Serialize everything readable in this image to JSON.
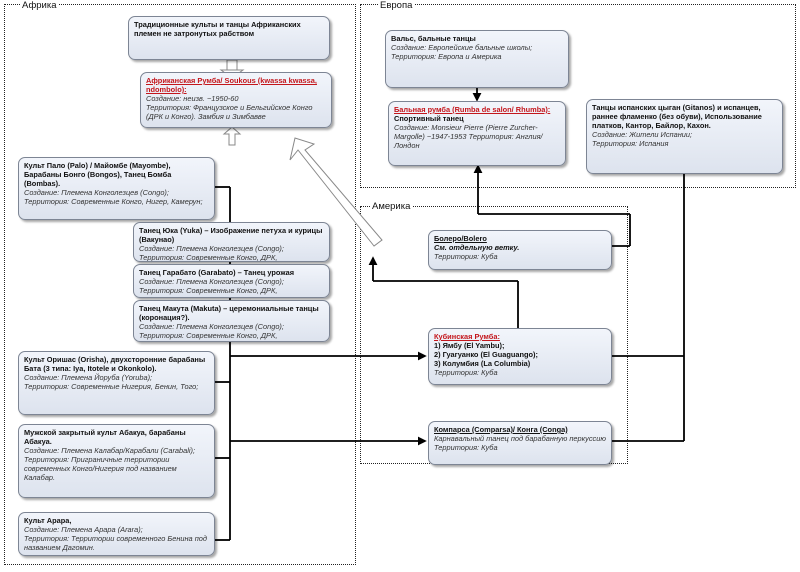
{
  "regions": {
    "africa": "Африка",
    "europe": "Европа",
    "america": "Америка"
  },
  "boxes": {
    "traditional": {
      "title": "Традиционные культы и танцы Африканских племен не затронутых рабством"
    },
    "african_rumba": {
      "title": "Африканская Румба/ Soukous (kwassa kwassa, ndombolo):",
      "creation": "Создание: неизв. ~1950-60",
      "territory": "Территория: Французское и Бельгийское Конго (ДРК и Конго). Замбия и Зимбавве"
    },
    "palo": {
      "title": "Культ Пало (Palo) / Майомбе (Mayombe), Барабаны Бонго (Bongos), Танец Бомба (Bombas).",
      "creation": "Создание: Племена Конголезцев (Congo);",
      "territory": "Территория: Современные Конго, Нигер, Камерун;"
    },
    "yuka": {
      "title": "Танец Юка (Yuka) – Изображение петуха и курицы (Вакунао)",
      "creation": "Создание: Племена Конголезцев (Congo);",
      "territory": "Территория: Современные Конго, ДРК,"
    },
    "garabato": {
      "title": "Танец Гарабато (Garabato) – Танец урожая",
      "creation": "Создание: Племена Конголезцев (Congo);",
      "territory": "Территория: Современные Конго, ДРК,"
    },
    "makuta": {
      "title": "Танец Макута (Makuta) – церемониальные танцы (коронация?).",
      "creation": "Создание: Племена Конголезцев (Congo);",
      "territory": "Территория: Современные Конго, ДРК,"
    },
    "orisha": {
      "title": "Культ Оришас (Orisha), двухсторонние барабаны Бата (3 типа: Iya, Itotele и Okonkolo).",
      "creation": "Создание: Племена Йоруба (Yoruba);",
      "territory": "Территория: Современные Нигерия, Бенин, Того;"
    },
    "abakua": {
      "title": "Мужской закрытый культ Абакуа, барабаны Абакуа.",
      "creation": "Создание: Племена Калабар/Карабали (Carabali);",
      "territory": "Территория: Приграничные территории современных Конго/Нигерия под названием Калабар."
    },
    "arara": {
      "title": "Культ Арара,",
      "creation": "Создание: Племена Арара (Arara);",
      "territory": "Территория: Территории современного Бенина под названием Дагомин."
    },
    "waltz": {
      "title": "Вальс, бальные танцы",
      "creation": "Создание: Европейские бальные школы;",
      "territory": "Территория: Европа и Америка"
    },
    "ballroom_rumba": {
      "title": "Бальная румба (Rumba de salon/ Rhumba):",
      "subtitle": "Спортивный танец",
      "creation": "Создание: Monsieur Pierre (Pierre Zurcher-Margolle) ~1947-1953 Территория: Англия/ Лондон"
    },
    "gitanos": {
      "title": "Танцы испанских цыган (Gitanos) и испанцев, раннее фламенко (без обуви), Использование платков, Кантор, Байлор, Кахон.",
      "creation": "Создание: Жители Испании;",
      "territory": "Территория: Испания"
    },
    "bolero": {
      "title": "Болеро/Bolero",
      "note": "См. отдельную ветку.",
      "territory": "Территория: Куба"
    },
    "cuban_rumba": {
      "title": "Кубинская Румба:",
      "items": [
        "1) Ямбу (El Yambu);",
        "2) Гуагуанко (El Guaguango);",
        "3) Колумбия (La Columbia)"
      ],
      "territory": "Территория: Куба"
    },
    "comparsa": {
      "title": "Компарса (Comparsa)/ Конга (Conga)",
      "creation": "Карнавальный танец под барабанную перкуссию",
      "territory": "Территория: Куба"
    }
  }
}
